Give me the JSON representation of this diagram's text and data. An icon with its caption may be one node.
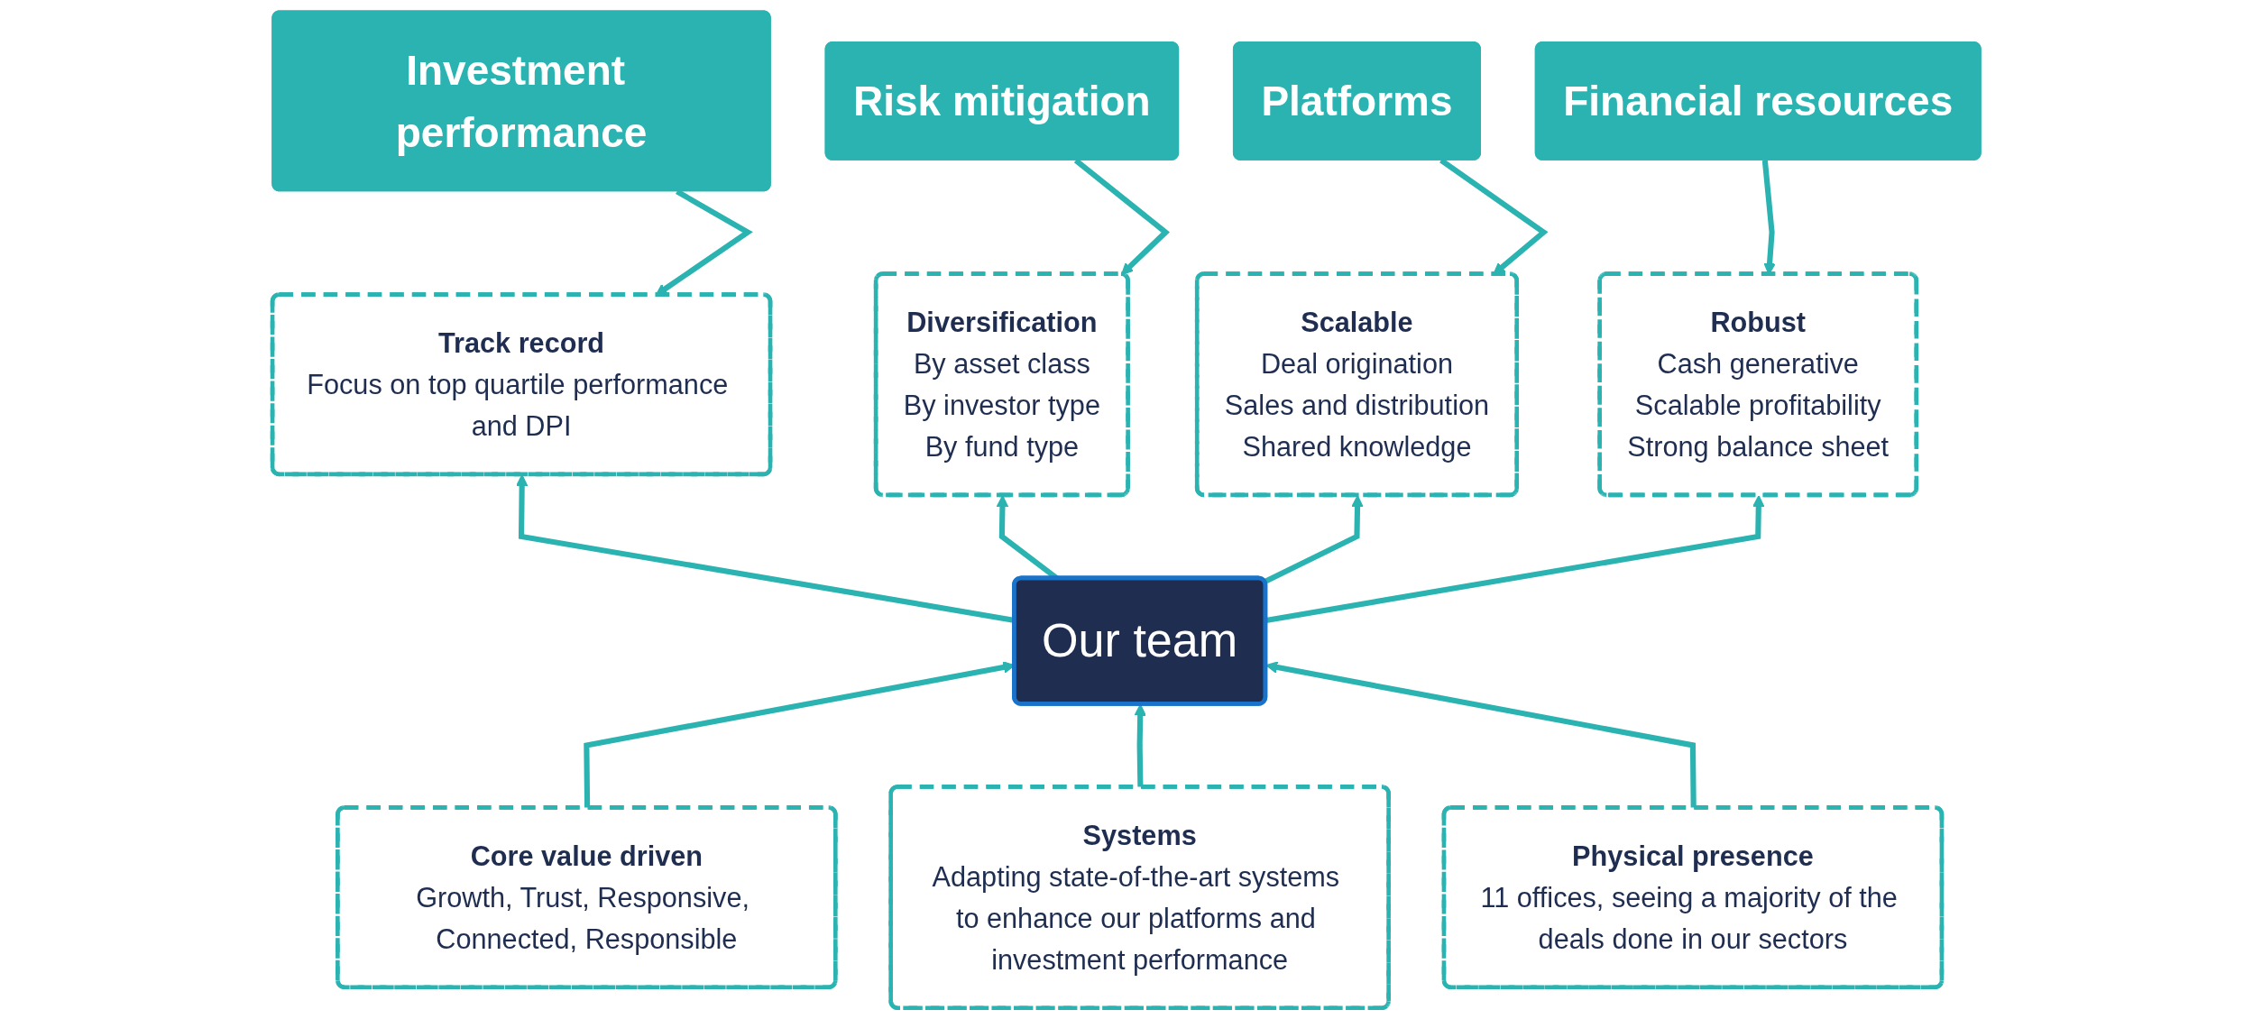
{
  "diagram": {
    "nodes": [
      {
        "text": [
          "Investment performance"
        ]
      },
      {
        "text": [
          "Risk mitigation"
        ]
      },
      {
        "text": [
          "Platforms"
        ]
      },
      {
        "text": [
          "Financial resources"
        ]
      },
      {
        "text": [
          "Track record",
          "Focus on top quartile performance and DPI"
        ]
      },
      {
        "text": [
          "Diversification",
          "By asset class",
          "By investor type",
          "By fund type"
        ]
      },
      {
        "text": [
          "Scalable",
          "Deal origination",
          "Sales and distribution",
          "Shared knowledge"
        ]
      },
      {
        "text": [
          "Robust",
          "Cash generative",
          "Scalable profitability",
          "Strong balance sheet"
        ]
      },
      {
        "text": [
          "Our team"
        ]
      },
      {
        "text": [
          "Core value driven",
          "Growth, Trust, Responsive, Connected, Responsible"
        ]
      },
      {
        "text": [
          "Systems",
          "Adapting state-of-the-art systems to enhance our platforms and investment performance"
        ]
      },
      {
        "text": [
          "Physical presence",
          "11 offices, seeing a majority of the deals done in our sectors"
        ]
      }
    ],
    "edges": [
      {
        "from": 0,
        "to": 4,
        "arrow": "to"
      },
      {
        "from": 1,
        "to": 5,
        "arrow": "to"
      },
      {
        "from": 2,
        "to": 6,
        "arrow": "to"
      },
      {
        "from": 3,
        "to": 7,
        "arrow": "to"
      },
      {
        "from": 8,
        "to": 4,
        "arrow": "to"
      },
      {
        "from": 8,
        "to": 5,
        "arrow": "to"
      },
      {
        "from": 8,
        "to": 6,
        "arrow": "to"
      },
      {
        "from": 8,
        "to": 7,
        "arrow": "to"
      },
      {
        "from": 9,
        "to": 8,
        "arrow": "to"
      },
      {
        "from": 10,
        "to": 8,
        "arrow": "to"
      },
      {
        "from": 11,
        "to": 8,
        "arrow": "to"
      }
    ]
  }
}
